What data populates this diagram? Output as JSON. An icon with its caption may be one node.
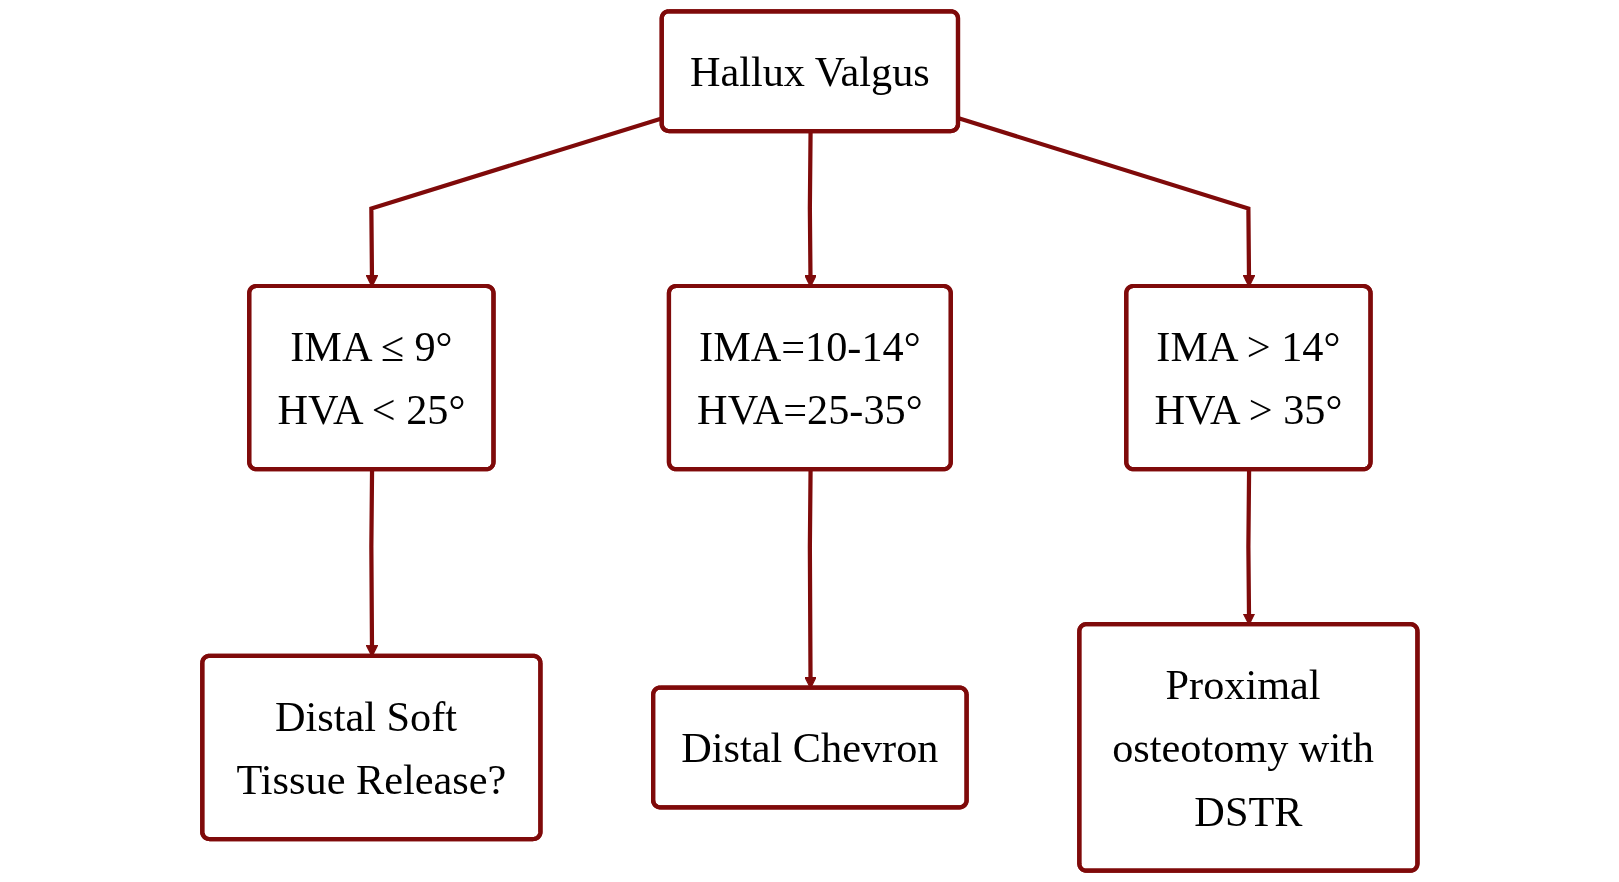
{
  "diagram": {
    "nodes": [
      {
        "text": [
          "Hallux Valgus"
        ]
      },
      {
        "text": [
          "IMA ≤ 9°",
          "HVA < 25°"
        ]
      },
      {
        "text": [
          "IMA=10-14°",
          "HVA=25-35°"
        ]
      },
      {
        "text": [
          "IMA > 14°",
          "HVA > 35°"
        ]
      },
      {
        "text": [
          "Distal Soft Tissue Release?"
        ]
      },
      {
        "text": [
          "Distal Chevron"
        ]
      },
      {
        "text": [
          "Proximal osteotomy with DSTR"
        ]
      }
    ],
    "edges": [
      {
        "from": 0,
        "to": 1,
        "arrow": "to"
      },
      {
        "from": 0,
        "to": 2,
        "arrow": "to"
      },
      {
        "from": 0,
        "to": 3,
        "arrow": "to"
      },
      {
        "from": 1,
        "to": 4,
        "arrow": "to"
      },
      {
        "from": 2,
        "to": 5,
        "arrow": "to"
      },
      {
        "from": 3,
        "to": 6,
        "arrow": "to"
      }
    ]
  }
}
